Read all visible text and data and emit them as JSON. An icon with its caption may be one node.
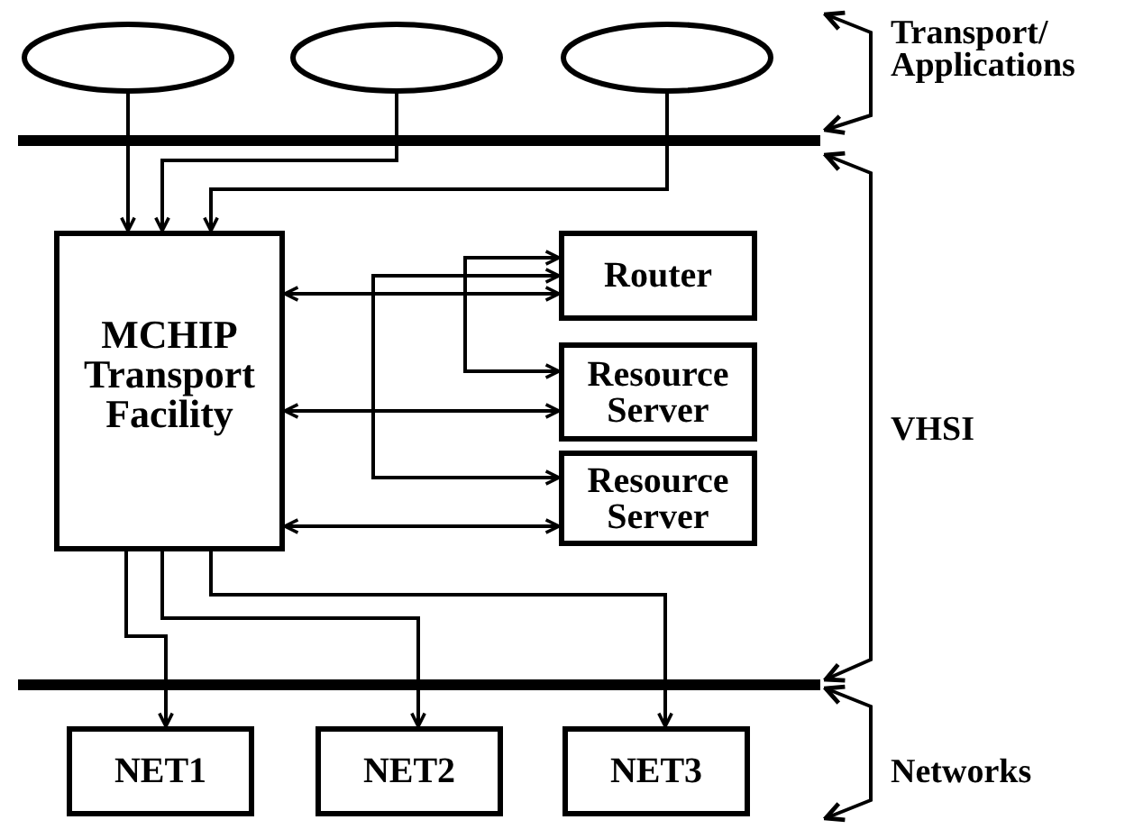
{
  "diagram": {
    "nodes": [
      {
        "text": [],
        "shape": "ellipse"
      },
      {
        "text": [],
        "shape": "ellipse"
      },
      {
        "text": [],
        "shape": "ellipse"
      },
      {
        "text": [
          "MCHIP Transport Facility"
        ]
      },
      {
        "text": [
          "Router"
        ]
      },
      {
        "text": [
          "Resource Server"
        ]
      },
      {
        "text": [
          "Resource Server"
        ]
      },
      {
        "text": [
          "NET1"
        ]
      },
      {
        "text": [
          "NET2"
        ]
      },
      {
        "text": [
          "NET3"
        ]
      }
    ],
    "edges": [
      {
        "from": 0,
        "to": 3,
        "arrow": "to"
      },
      {
        "from": 1,
        "to": 3,
        "arrow": "to"
      },
      {
        "from": 2,
        "to": 3,
        "arrow": "to"
      },
      {
        "from": 3,
        "to": 4,
        "arrow": "both"
      },
      {
        "from": 5,
        "to": 4,
        "arrow": "both"
      },
      {
        "from": 6,
        "to": 4,
        "arrow": "both"
      },
      {
        "from": 3,
        "to": 5,
        "arrow": "both"
      },
      {
        "from": 3,
        "to": 6,
        "arrow": "both"
      },
      {
        "from": 3,
        "to": 7,
        "arrow": "to"
      },
      {
        "from": 3,
        "to": 8,
        "arrow": "to"
      },
      {
        "from": 3,
        "to": 9,
        "arrow": "to"
      }
    ],
    "labels": [
      "Transport/ Applications",
      "VHSI",
      "Networks"
    ]
  }
}
